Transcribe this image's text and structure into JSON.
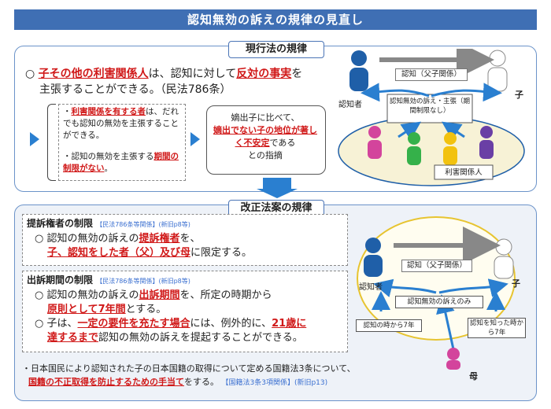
{
  "title": "認知無効の訴えの規律の見直し",
  "current": {
    "label": "現行法の規律",
    "bullet": "○",
    "main_red": "子その他の利害関係人",
    "main_mid": "は、認知に対して",
    "main_red2": "反対の事実",
    "main_end": "を",
    "main_line2": "主張することができる。（民法786条）",
    "left_b1_red": "利害関係を有する者",
    "left_b1_rest": "は、だれでも認知の無効を主張することができる。",
    "left_b2_pre": "認知の無効を主張する",
    "left_b2_red": "期間の制限がない",
    "left_b2_end": "。",
    "mid_l1": "嫡出子に比べて、",
    "mid_red": "嫡出でない子の地位が著しく不安定",
    "mid_end": "である",
    "mid_l3": "との指摘",
    "fig_recog": "認知（父子関係）",
    "fig_parent": "認知者",
    "fig_child": "子",
    "fig_claim": "認知無効の訴え・主張（期間制限なし）",
    "fig_interested": "利害関係人"
  },
  "reform": {
    "label": "改正法案の規律",
    "s1_title": "提訴権者の制限",
    "s1_ref": "【民法786条等関係】(新旧p8等)",
    "s1_l1_pre": "認知の無効の訴えの",
    "s1_l1_red": "提訴権者",
    "s1_l1_end": "を、",
    "s1_l2_red": "子、認知をした者（父）及び母",
    "s1_l2_end": "に限定する。",
    "s2_title": "出訴期間の制限",
    "s2_ref": "【民法786条等関係】(新旧p8等)",
    "s2_l1_pre": "認知の無効の訴えの",
    "s2_l1_red": "出訴期間",
    "s2_l1_end": "を、所定の時期から",
    "s2_l2_red": "原則として7年間",
    "s2_l2_end": "とする。",
    "s2_l3_pre": "子は、",
    "s2_l3_red": "一定の要件を充たす場合",
    "s2_l3_mid": "には、例外的に、",
    "s2_l3_red2": "21歳に",
    "s2_l4_red": "達するまで",
    "s2_l4_end": "認知の無効の訴えを提起することができる。",
    "fig_recog": "認知（父子関係）",
    "fig_parent": "認知者",
    "fig_child": "子",
    "fig_claim": "認知無効の訴えのみ",
    "fig_from_recog": "認知の時から7年",
    "fig_from_know": "認知を知った時から7年",
    "fig_mother": "母"
  },
  "footer": {
    "l1": "・日本国民により認知された子の日本国籍の取得について定める国籍法3条について、",
    "l2_red": "国籍の不正取得を防止するための手当て",
    "l2_end": "をする。",
    "l2_ref": "【国籍法3条3項関係】(新旧p13)"
  },
  "icons": [
    "right-arrow-icon",
    "down-arrow-icon",
    "person-icon"
  ],
  "colors": {
    "accent": "#3f6fb4",
    "red": "#d01818",
    "ref_blue": "#3a6fd0",
    "oval": "#e7c430"
  }
}
